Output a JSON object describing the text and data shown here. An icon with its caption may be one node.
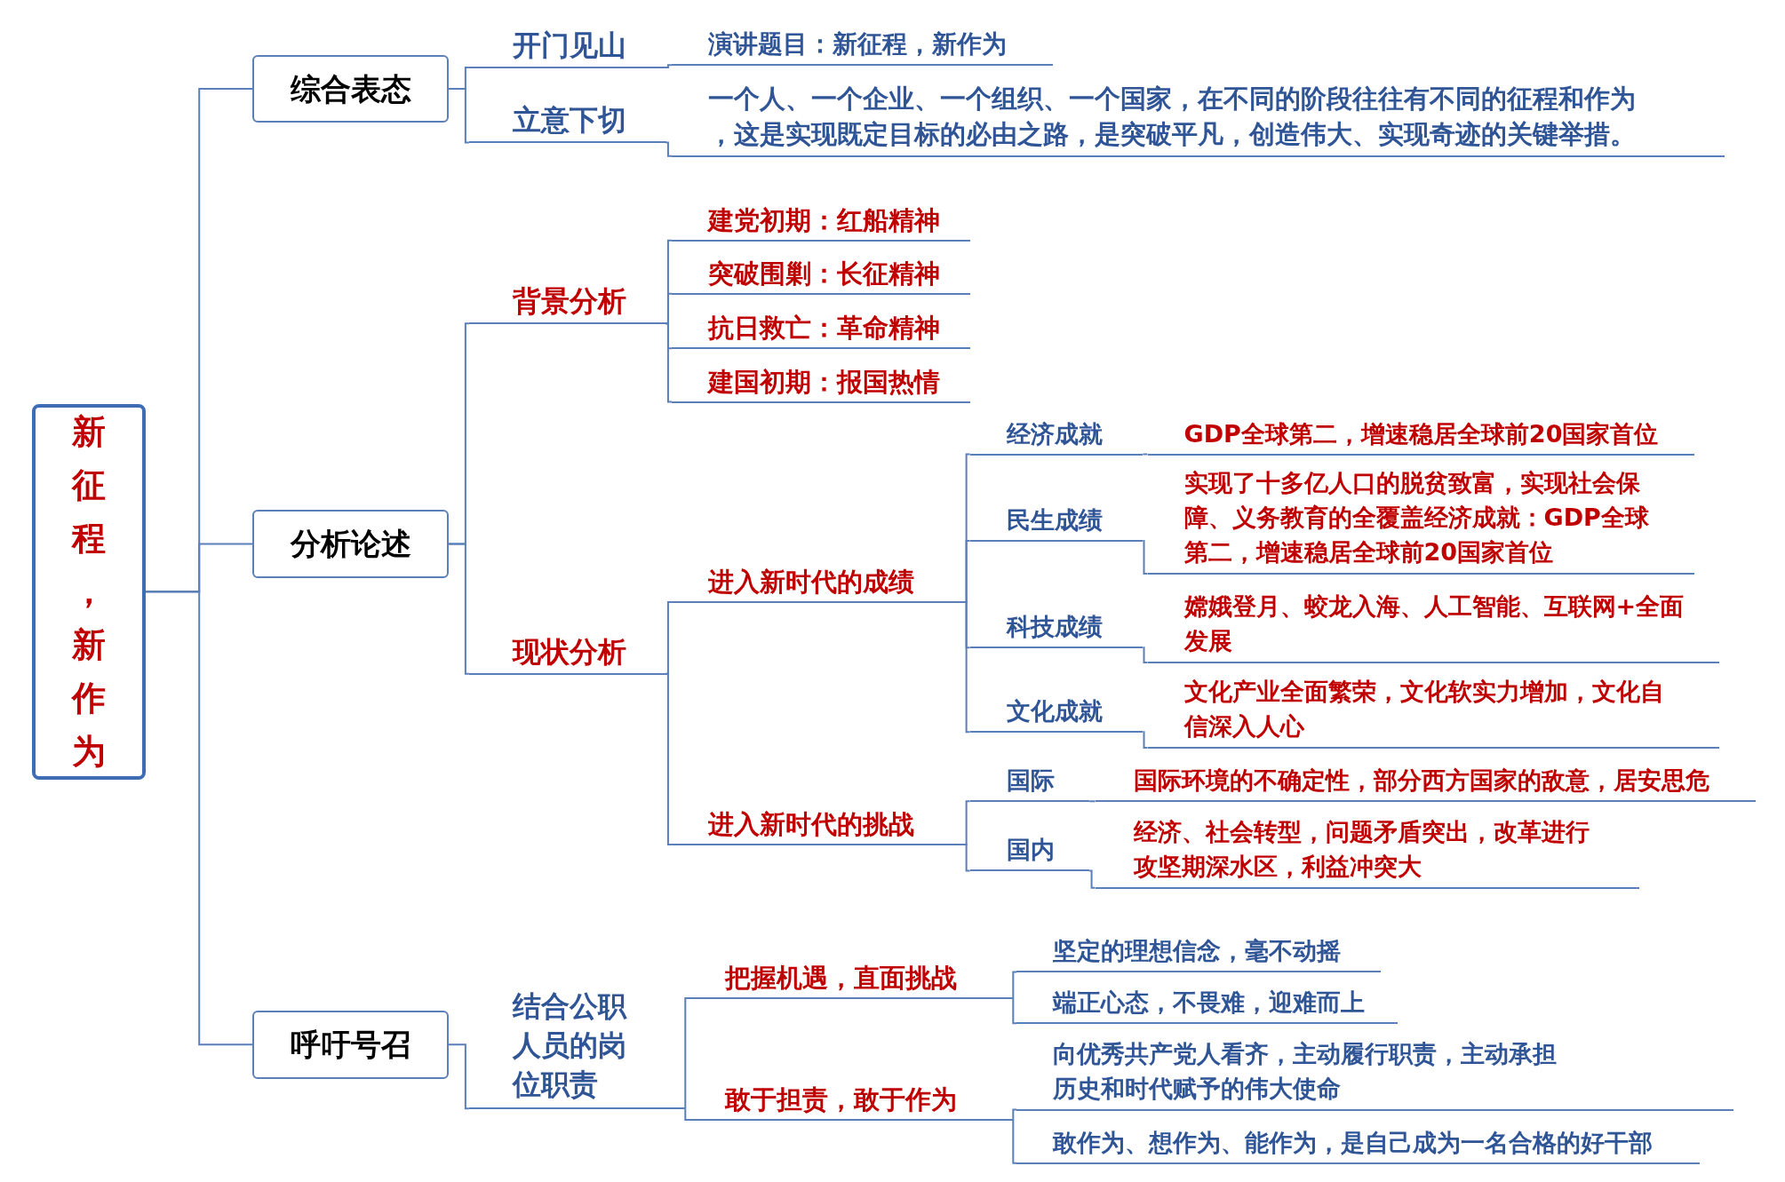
{
  "diagram": {
    "nodes": [
      {
        "text": [
          "新征程，新作为"
        ]
      },
      {
        "text": [
          "综合表态"
        ]
      },
      {
        "text": [
          "开门见山"
        ]
      },
      {
        "text": [
          "演讲题目：新征程，新作为"
        ]
      },
      {
        "text": [
          "立意下切"
        ]
      },
      {
        "text": [
          "一个人、一个企业、一个组织、一个国家，在不同的阶段往往有不同的征程和作为，这是实现既定目标的必由之路，是突破平凡，创造伟大、实现奇迹的关键举措。"
        ]
      },
      {
        "text": [
          "分析论述"
        ]
      },
      {
        "text": [
          "背景分析"
        ]
      },
      {
        "text": [
          "建党初期：红船精神"
        ]
      },
      {
        "text": [
          "突破围剿：长征精神"
        ]
      },
      {
        "text": [
          "抗日救亡：革命精神"
        ]
      },
      {
        "text": [
          "建国初期：报国热情"
        ]
      },
      {
        "text": [
          "现状分析"
        ]
      },
      {
        "text": [
          "进入新时代的成绩"
        ]
      },
      {
        "text": [
          "经济成就"
        ]
      },
      {
        "text": [
          "GDP全球第二，增速稳居全球前20国家首位"
        ]
      },
      {
        "text": [
          "民生成绩"
        ]
      },
      {
        "text": [
          "实现了十多亿人口的脱贫致富，实现社会保障、义务教育的全覆盖经济成就：GDP全球第二，增速稳居全球前20国家首位"
        ]
      },
      {
        "text": [
          "科技成绩"
        ]
      },
      {
        "text": [
          "嫦娥登月、蛟龙入海、人工智能、互联网+全面发展"
        ]
      },
      {
        "text": [
          "文化成就"
        ]
      },
      {
        "text": [
          "文化产业全面繁荣，文化软实力增加，文化自信深入人心"
        ]
      },
      {
        "text": [
          "进入新时代的挑战"
        ]
      },
      {
        "text": [
          "国际"
        ]
      },
      {
        "text": [
          "国际环境的不确定性，部分西方国家的敌意，居安思危"
        ]
      },
      {
        "text": [
          "国内"
        ]
      },
      {
        "text": [
          "经济、社会转型，问题矛盾突出，改革进行攻坚期深水区，利益冲突大"
        ]
      },
      {
        "text": [
          "呼吁号召"
        ]
      },
      {
        "text": [
          "结合公职人员的岗位职责"
        ]
      },
      {
        "text": [
          "把握机遇，直面挑战"
        ]
      },
      {
        "text": [
          "坚定的理想信念，毫不动摇"
        ]
      },
      {
        "text": [
          "端正心态，不畏难，迎难而上"
        ]
      },
      {
        "text": [
          "敢于担责，敢于作为"
        ]
      },
      {
        "text": [
          "向优秀共产党人看齐，主动履行职责，主动承担历史和时代赋予的伟大使命"
        ]
      },
      {
        "text": [
          "敢作为、想作为、能作为，是自己成为一名合格的好干部"
        ]
      }
    ],
    "edges": [
      {
        "from": 0,
        "to": 1,
        "arrow": "none"
      },
      {
        "from": 0,
        "to": 6,
        "arrow": "none"
      },
      {
        "from": 0,
        "to": 27,
        "arrow": "none"
      },
      {
        "from": 1,
        "to": 2,
        "arrow": "none"
      },
      {
        "from": 1,
        "to": 4,
        "arrow": "none"
      },
      {
        "from": 2,
        "to": 3,
        "arrow": "none"
      },
      {
        "from": 4,
        "to": 5,
        "arrow": "none"
      },
      {
        "from": 6,
        "to": 7,
        "arrow": "none"
      },
      {
        "from": 6,
        "to": 12,
        "arrow": "none"
      },
      {
        "from": 7,
        "to": 8,
        "arrow": "none"
      },
      {
        "from": 7,
        "to": 9,
        "arrow": "none"
      },
      {
        "from": 7,
        "to": 10,
        "arrow": "none"
      },
      {
        "from": 7,
        "to": 11,
        "arrow": "none"
      },
      {
        "from": 12,
        "to": 13,
        "arrow": "none"
      },
      {
        "from": 12,
        "to": 22,
        "arrow": "none"
      },
      {
        "from": 13,
        "to": 14,
        "arrow": "none"
      },
      {
        "from": 13,
        "to": 16,
        "arrow": "none"
      },
      {
        "from": 13,
        "to": 18,
        "arrow": "none"
      },
      {
        "from": 13,
        "to": 20,
        "arrow": "none"
      },
      {
        "from": 14,
        "to": 15,
        "arrow": "none"
      },
      {
        "from": 16,
        "to": 17,
        "arrow": "none"
      },
      {
        "from": 18,
        "to": 19,
        "arrow": "none"
      },
      {
        "from": 20,
        "to": 21,
        "arrow": "none"
      },
      {
        "from": 22,
        "to": 23,
        "arrow": "none"
      },
      {
        "from": 22,
        "to": 25,
        "arrow": "none"
      },
      {
        "from": 23,
        "to": 24,
        "arrow": "none"
      },
      {
        "from": 25,
        "to": 26,
        "arrow": "none"
      },
      {
        "from": 27,
        "to": 28,
        "arrow": "none"
      },
      {
        "from": 28,
        "to": 29,
        "arrow": "none"
      },
      {
        "from": 28,
        "to": 32,
        "arrow": "none"
      },
      {
        "from": 29,
        "to": 30,
        "arrow": "none"
      },
      {
        "from": 29,
        "to": 31,
        "arrow": "none"
      },
      {
        "from": 32,
        "to": 33,
        "arrow": "none"
      },
      {
        "from": 32,
        "to": 34,
        "arrow": "none"
      }
    ]
  }
}
